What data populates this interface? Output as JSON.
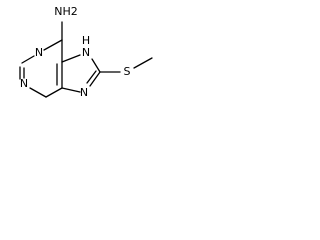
{
  "structure": {
    "atoms": {
      "amine": "NH2",
      "n1": "N",
      "n3": "N",
      "n7": "N",
      "n7_h": "H",
      "n9": "N",
      "sulfur": "S"
    }
  }
}
